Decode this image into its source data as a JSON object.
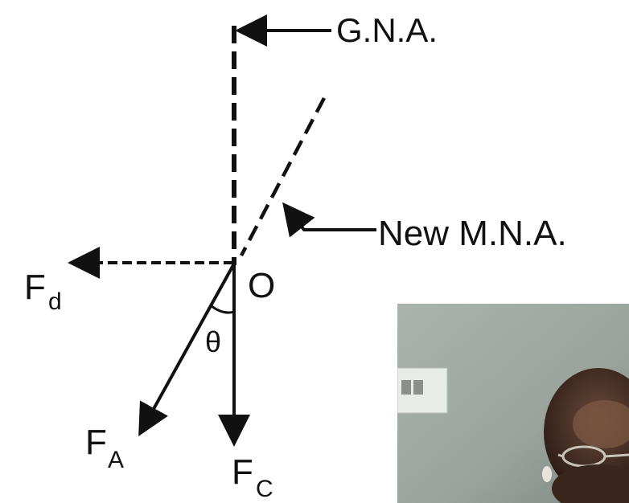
{
  "diagram": {
    "labels": {
      "gna": "G.N.A.",
      "new_mna": "New M.N.A.",
      "origin": "O",
      "theta": "θ",
      "fd_main": "F",
      "fd_sub": "d",
      "fa_main": "F",
      "fa_sub": "A",
      "fc_main": "F",
      "fc_sub": "C"
    }
  },
  "colors": {
    "ink": "#111111",
    "background": "#ffffff"
  },
  "webcam": {
    "label": "webcam-feed"
  }
}
